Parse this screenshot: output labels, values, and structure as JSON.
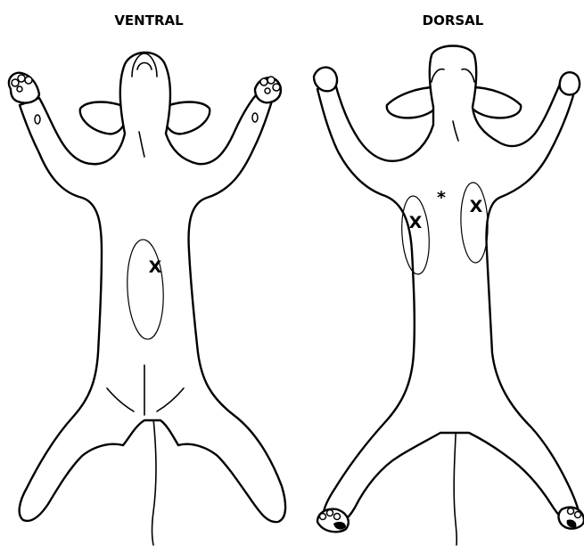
{
  "views": [
    {
      "label": "VENTRAL",
      "marks": [
        "X"
      ]
    },
    {
      "label": "DORSAL",
      "marks": [
        "X",
        "X"
      ],
      "extra_mark": "*"
    }
  ]
}
